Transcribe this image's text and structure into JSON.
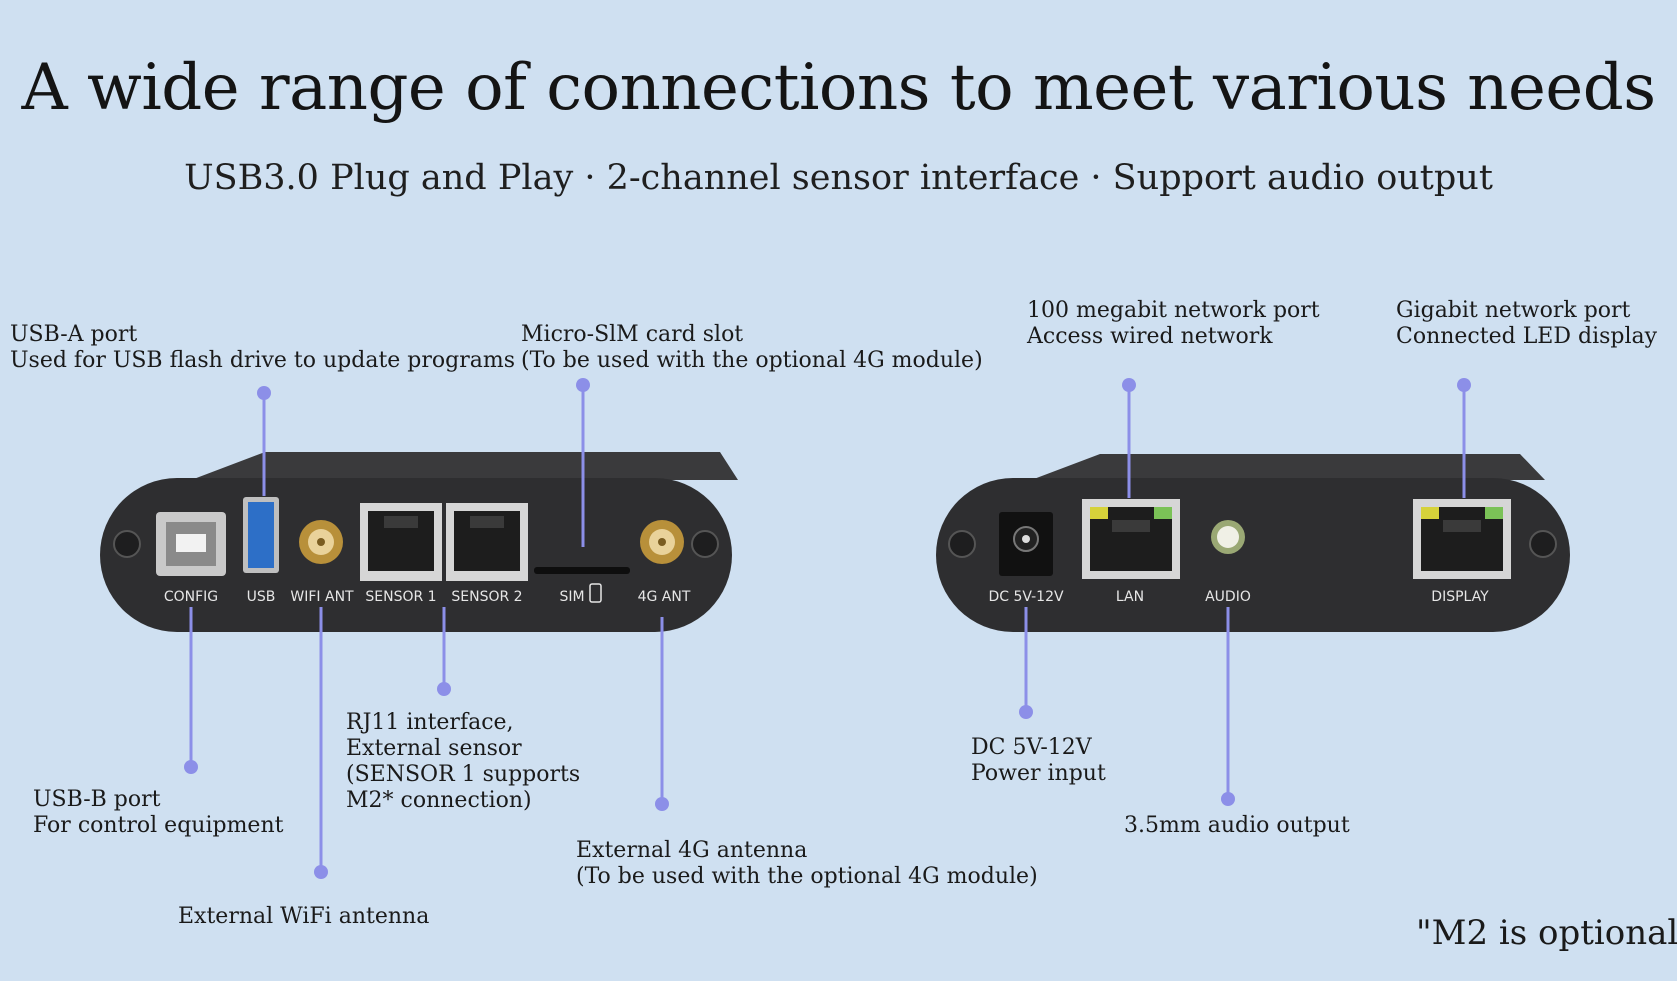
{
  "header": {
    "title": "A wide range of connections to meet various needs",
    "subtitle": "USB3.0 Plug and Play · 2-channel sensor interface · Support audio output"
  },
  "left_device": {
    "ports": [
      "CONFIG",
      "USB",
      "WIFI ANT",
      "SENSOR 1",
      "SENSOR 2",
      "SIM",
      "4G ANT"
    ]
  },
  "right_device": {
    "ports": [
      "DC 5V-12V",
      "LAN",
      "AUDIO",
      "DISPLAY"
    ]
  },
  "callouts": {
    "usb_a": {
      "line1": "USB-A port",
      "line2": "Used for USB flash drive to update programs"
    },
    "sim": {
      "line1": "Micro-SlM card slot",
      "line2": "(To be used with the optional 4G module)"
    },
    "lan": {
      "line1": "100 megabit network port",
      "line2": "Access wired network"
    },
    "display": {
      "line1": "Gigabit network port",
      "line2": "Connected LED display"
    },
    "usb_b": {
      "line1": "USB-B port",
      "line2": "For control equipment"
    },
    "rj11": {
      "line1": "RJ11 interface,",
      "line2": "External sensor",
      "line3": "(SENSOR 1 supports",
      "line4": "M2* connection)"
    },
    "wifi": {
      "line1": "External WiFi antenna"
    },
    "ant4g": {
      "line1": "External 4G antenna",
      "line2": "(To be used with the optional 4G module)"
    },
    "dc": {
      "line1": "DC 5V-12V",
      "line2": "Power input"
    },
    "audio": {
      "line1": "3.5mm audio output"
    }
  },
  "footnote": "\"M2 is optional",
  "colors": {
    "background": "#cfe0f1",
    "leader": "#8c8fe8",
    "device": "#2f2f31"
  }
}
